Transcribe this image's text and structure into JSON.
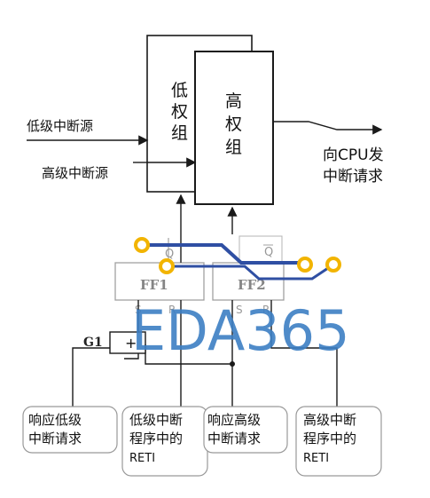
{
  "blocks": {
    "low_group": "低\n权\n组",
    "high_group": "高\n权\n组",
    "ff1": "FF1",
    "ff2": "FF2",
    "q": "Q",
    "q_bar": "Q",
    "s": "S",
    "r": "R",
    "g1": "G1"
  },
  "inputs": {
    "low_source": "低级中断源",
    "high_source": "高级中断源"
  },
  "output": {
    "line1": "向CPU发",
    "line2": "中断请求"
  },
  "bottom_boxes": [
    "响应低级\n中断请求",
    "低级中断\n程序中的\nRETI",
    "响应高级\n中断请求",
    "高级中断\n程序中的\nRETI"
  ],
  "watermark": "EDA365",
  "colors": {
    "line": "#1a1a1a",
    "pcb_trace": "#2f4fa3",
    "pcb_pad": "#f2b400",
    "watermark": "#3d7fc4"
  }
}
